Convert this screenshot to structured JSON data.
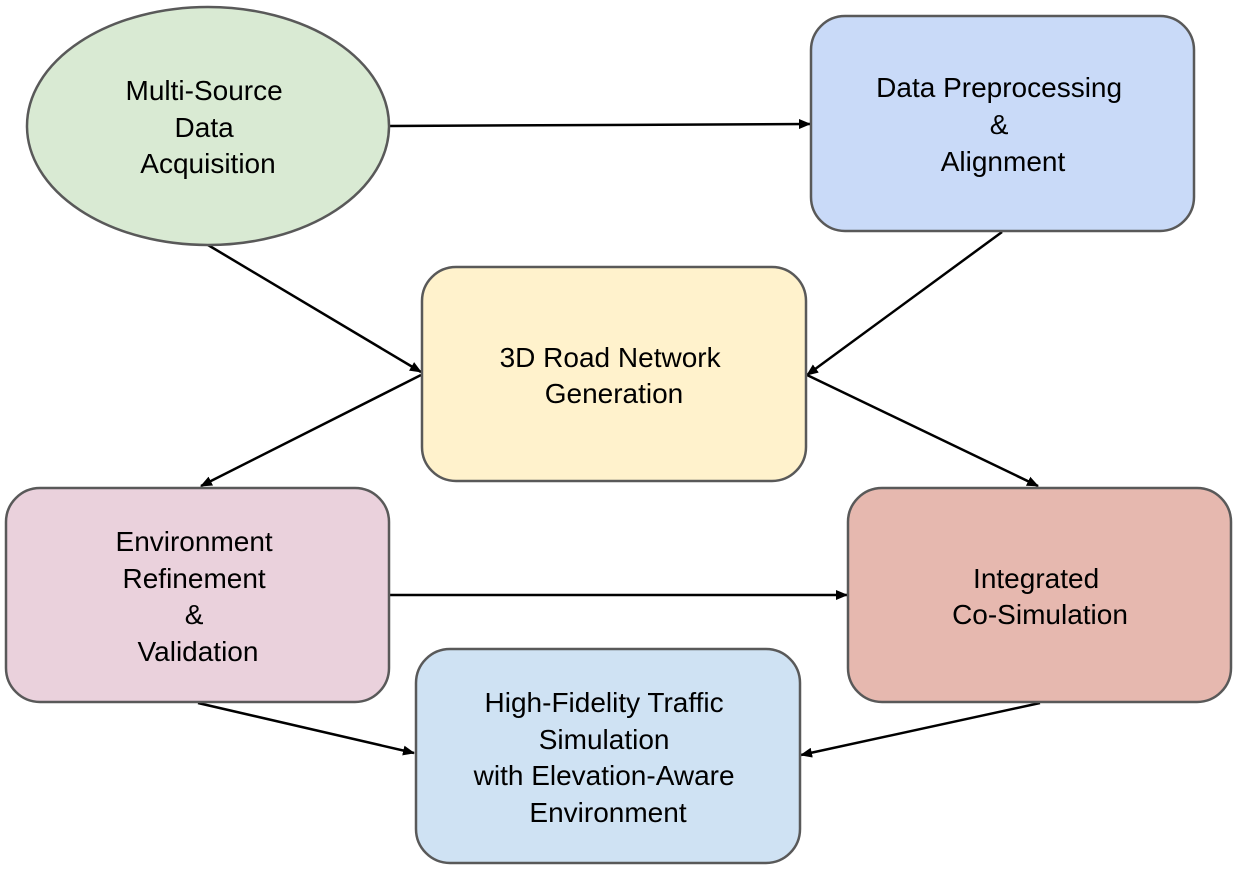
{
  "colors": {
    "stroke": "#595959",
    "edge": "#000000",
    "acquisition_fill": "#d9ead3",
    "preprocessing_fill": "#c9daf8",
    "generation_fill": "#fff2cc",
    "refinement_fill": "#ead1dc",
    "cosimulation_fill": "#e6b8af",
    "simulation_fill": "#cfe2f3"
  },
  "nodes": {
    "acquisition": [
      "Multi-Source",
      "Data",
      "Acquisition"
    ],
    "preprocessing": [
      "Data Preprocessing",
      "&",
      "Alignment"
    ],
    "generation": [
      "3D Road Network",
      "Generation"
    ],
    "refinement": [
      "Environment",
      "Refinement",
      "&",
      "Validation"
    ],
    "cosimulation": [
      "Integrated",
      "Co-Simulation"
    ],
    "simulation": [
      "High-Fidelity Traffic",
      "Simulation",
      "with Elevation-Aware",
      "Environment"
    ]
  },
  "edges": [
    {
      "from": "acquisition",
      "to": "preprocessing"
    },
    {
      "from": "acquisition",
      "to": "generation"
    },
    {
      "from": "preprocessing",
      "to": "generation"
    },
    {
      "from": "generation",
      "to": "refinement"
    },
    {
      "from": "generation",
      "to": "cosimulation"
    },
    {
      "from": "refinement",
      "to": "cosimulation"
    },
    {
      "from": "refinement",
      "to": "simulation"
    },
    {
      "from": "cosimulation",
      "to": "simulation"
    }
  ]
}
